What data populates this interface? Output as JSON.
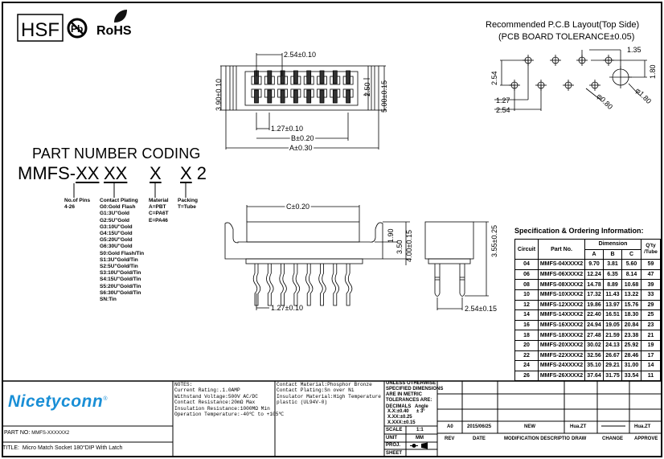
{
  "logos": {
    "hsf": "HSF",
    "pb": "Pb",
    "rohs": "RoHS"
  },
  "top_view": {
    "pitch": "2.54±0.10",
    "height": "3.90±0.10",
    "row_gap": "2.50",
    "width": "5.00±0.15",
    "offset": "1.27±0.10",
    "dim_b": "B±0.20",
    "dim_a": "A±0.30"
  },
  "side_view": {
    "dim_c": "C±0.20",
    "d1": "1.90",
    "d2": "3.50",
    "d3": "4.00±0.15",
    "offset": "1.27±0.10",
    "end_height": "3.55±0.25",
    "end_pitch": "2.54±0.15"
  },
  "pcb": {
    "title": "Recommended P.C.B Layout(Top Side)",
    "subtitle": "(PCB BOARD TOLERANCE±0.05)",
    "d135": "1.35",
    "d180": "1.80",
    "d254v": "2.54",
    "d127": "1.27",
    "d254": "2.54",
    "hole_small": "φ0.80",
    "hole_large": "φ1.80"
  },
  "part_coding": {
    "title": "PART NUMBER CODING",
    "prefix": "MMFS-",
    "seg1": "XX",
    "seg2": "XX",
    "seg3": "X",
    "seg4": "X",
    "suffix": " 2",
    "pins": {
      "label": "No.of Pins",
      "lines": [
        "4-26"
      ]
    },
    "plating": {
      "label": "Contact Plating",
      "lines": [
        "G0:Gold Flash",
        "G1:3U\"Gold",
        "G2:5U\"Gold",
        "G3:10U\"Gold",
        "G4:15U\"Gold",
        "G5:20U\"Gold",
        "G6:30U\"Gold",
        "S0:Gold Flash/Tin",
        "S1:3U\"Gold/Tin",
        "S2:5U\"Gold/Tin",
        "S3:10U\"Gold/Tin",
        "S4:15U\"Gold/Tin",
        "S5:20U\"Gold/Tin",
        "S6:30U\"Gold/Tin",
        "SN:Tin"
      ]
    },
    "material": {
      "label": "Material",
      "lines": [
        "A=PBT",
        "C=PA6T",
        "E=PA46"
      ]
    },
    "packing": {
      "label": "Packing",
      "lines": [
        "T=Tube"
      ]
    }
  },
  "spec": {
    "title": "Specification & Ordering Information:",
    "headers": {
      "circuit": "Circuit",
      "part": "Part No.",
      "dimension": "Dimension",
      "a": "A",
      "b": "B",
      "c": "C",
      "qty": "Q'ty /Tube"
    },
    "rows": [
      [
        "04",
        "MMFS-04XXXX2",
        "9.70",
        "3.81",
        "5.60",
        "59"
      ],
      [
        "06",
        "MMFS-06XXXX2",
        "12.24",
        "6.35",
        "8.14",
        "47"
      ],
      [
        "08",
        "MMFS-08XXXX2",
        "14.78",
        "8.89",
        "10.68",
        "39"
      ],
      [
        "10",
        "MMFS-10XXXX2",
        "17.32",
        "11.43",
        "13.22",
        "33"
      ],
      [
        "12",
        "MMFS-12XXXX2",
        "19.86",
        "13.97",
        "15.76",
        "29"
      ],
      [
        "14",
        "MMFS-14XXXX2",
        "22.40",
        "16.51",
        "18.30",
        "25"
      ],
      [
        "16",
        "MMFS-16XXXX2",
        "24.94",
        "19.05",
        "20.84",
        "23"
      ],
      [
        "18",
        "MMFS-18XXXX2",
        "27.48",
        "21.59",
        "23.38",
        "21"
      ],
      [
        "20",
        "MMFS-20XXXX2",
        "30.02",
        "24.13",
        "25.92",
        "19"
      ],
      [
        "22",
        "MMFS-22XXXX2",
        "32.56",
        "26.67",
        "28.46",
        "17"
      ],
      [
        "24",
        "MMFS-24XXXX2",
        "35.10",
        "29.21",
        "31.00",
        "14"
      ],
      [
        "26",
        "MMFS-26XXXX2",
        "37.64",
        "31.75",
        "33.54",
        "11"
      ]
    ]
  },
  "title_block": {
    "company": "Nicetyconn",
    "reg": "®",
    "part_no_label": "PART NO:",
    "part_no": "MMFS-XXXXXX2",
    "title_label": "TITLE:",
    "title": "Micro Match Socket 180°DIP With Latch",
    "notes": [
      "NOTES:",
      "Current Rating:.1.0AMP",
      "Withstand Voltage:500V AC/DC",
      "Contact Resistance:20mΩ Max",
      "Insulation Resistance:1000MΩ Min",
      "Operation Temperature:-40℃ to +105℃"
    ],
    "materials": [
      "Contact Material:Phosphor Bronze",
      "Contact Plating:Sn over Ni",
      "Insulator Material:High Temperature",
      "plastic (UL94V-0)"
    ],
    "tolerance": [
      "UNLESS OTHERWISE",
      "SPECIFIED DIMENSIONS",
      "ARE IN METRIC",
      "TOLERANCES ARE:"
    ],
    "decimals_label": "DECIMALS",
    "angle_label": "Angle",
    "angle": "± 3°",
    "decimals": [
      "X.X:±0.40",
      "X.XX:±0.25",
      "X.XXX:±0.15"
    ],
    "scale_label": "SCALE",
    "scale": "1:1",
    "unit_label": "UNIT",
    "unit": "MM",
    "proj_label": "PROJ.",
    "sheet_label": "SHEET",
    "revision": {
      "rev": "A0",
      "date": "2015/06/25",
      "desc": "NEW",
      "draw": "Hua.ZT",
      "change": "———",
      "approve": "Hua.ZT"
    },
    "rev_headers": {
      "rev": "REV",
      "date": "DATE",
      "desc": "MODIFICATION DESCRIPTIO",
      "draw": "DRAW",
      "change": "CHANGE",
      "approve": "APPROVE"
    }
  }
}
